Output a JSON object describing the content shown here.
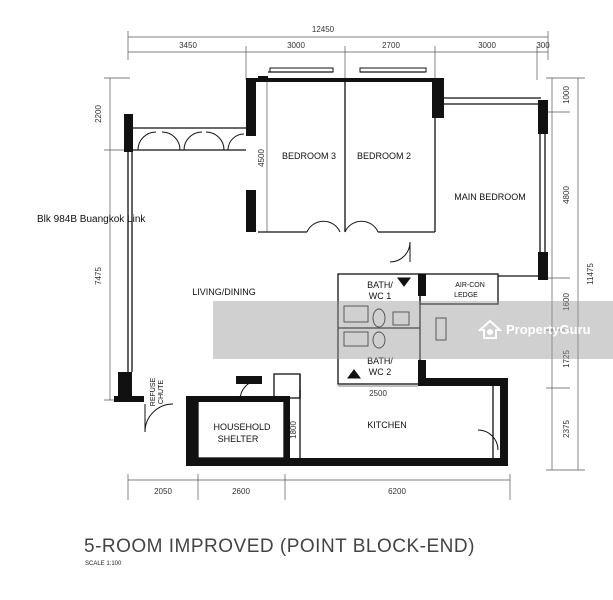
{
  "address": "Blk 984B Buangkok Link",
  "title": "5-ROOM IMPROVED (POINT BLOCK-END)",
  "scale": "SCALE  1:100",
  "watermark": "PropertyGuru",
  "rooms": {
    "bedroom3": "BEDROOM 3",
    "bedroom2": "BEDROOM 2",
    "main_bedroom": "MAIN BEDROOM",
    "living_dining": "LIVING/DINING",
    "bath_wc1_line1": "BATH/",
    "bath_wc1_line2": "WC 1",
    "bath_wc2_line1": "BATH/",
    "bath_wc2_line2": "WC 2",
    "aircon_line1": "AIR-CON",
    "aircon_line2": "LEDGE",
    "household_line1": "HOUSEHOLD",
    "household_line2": "SHELTER",
    "kitchen": "KITCHEN",
    "refuse_line1": "REFUSE",
    "refuse_line2": "CHUTE"
  },
  "dimensions": {
    "total_width": "12450",
    "top": [
      "3450",
      "3000",
      "2700",
      "3000",
      "300"
    ],
    "bottom": [
      "2050",
      "2600",
      "6200"
    ],
    "left": [
      "2200",
      "7475"
    ],
    "bedroom3_depth": "4500",
    "right": [
      "1000",
      "4800",
      "1600",
      "1725",
      "2375"
    ],
    "total_height": "11475",
    "bath_width": "2500",
    "shelter_depth": "1800"
  }
}
